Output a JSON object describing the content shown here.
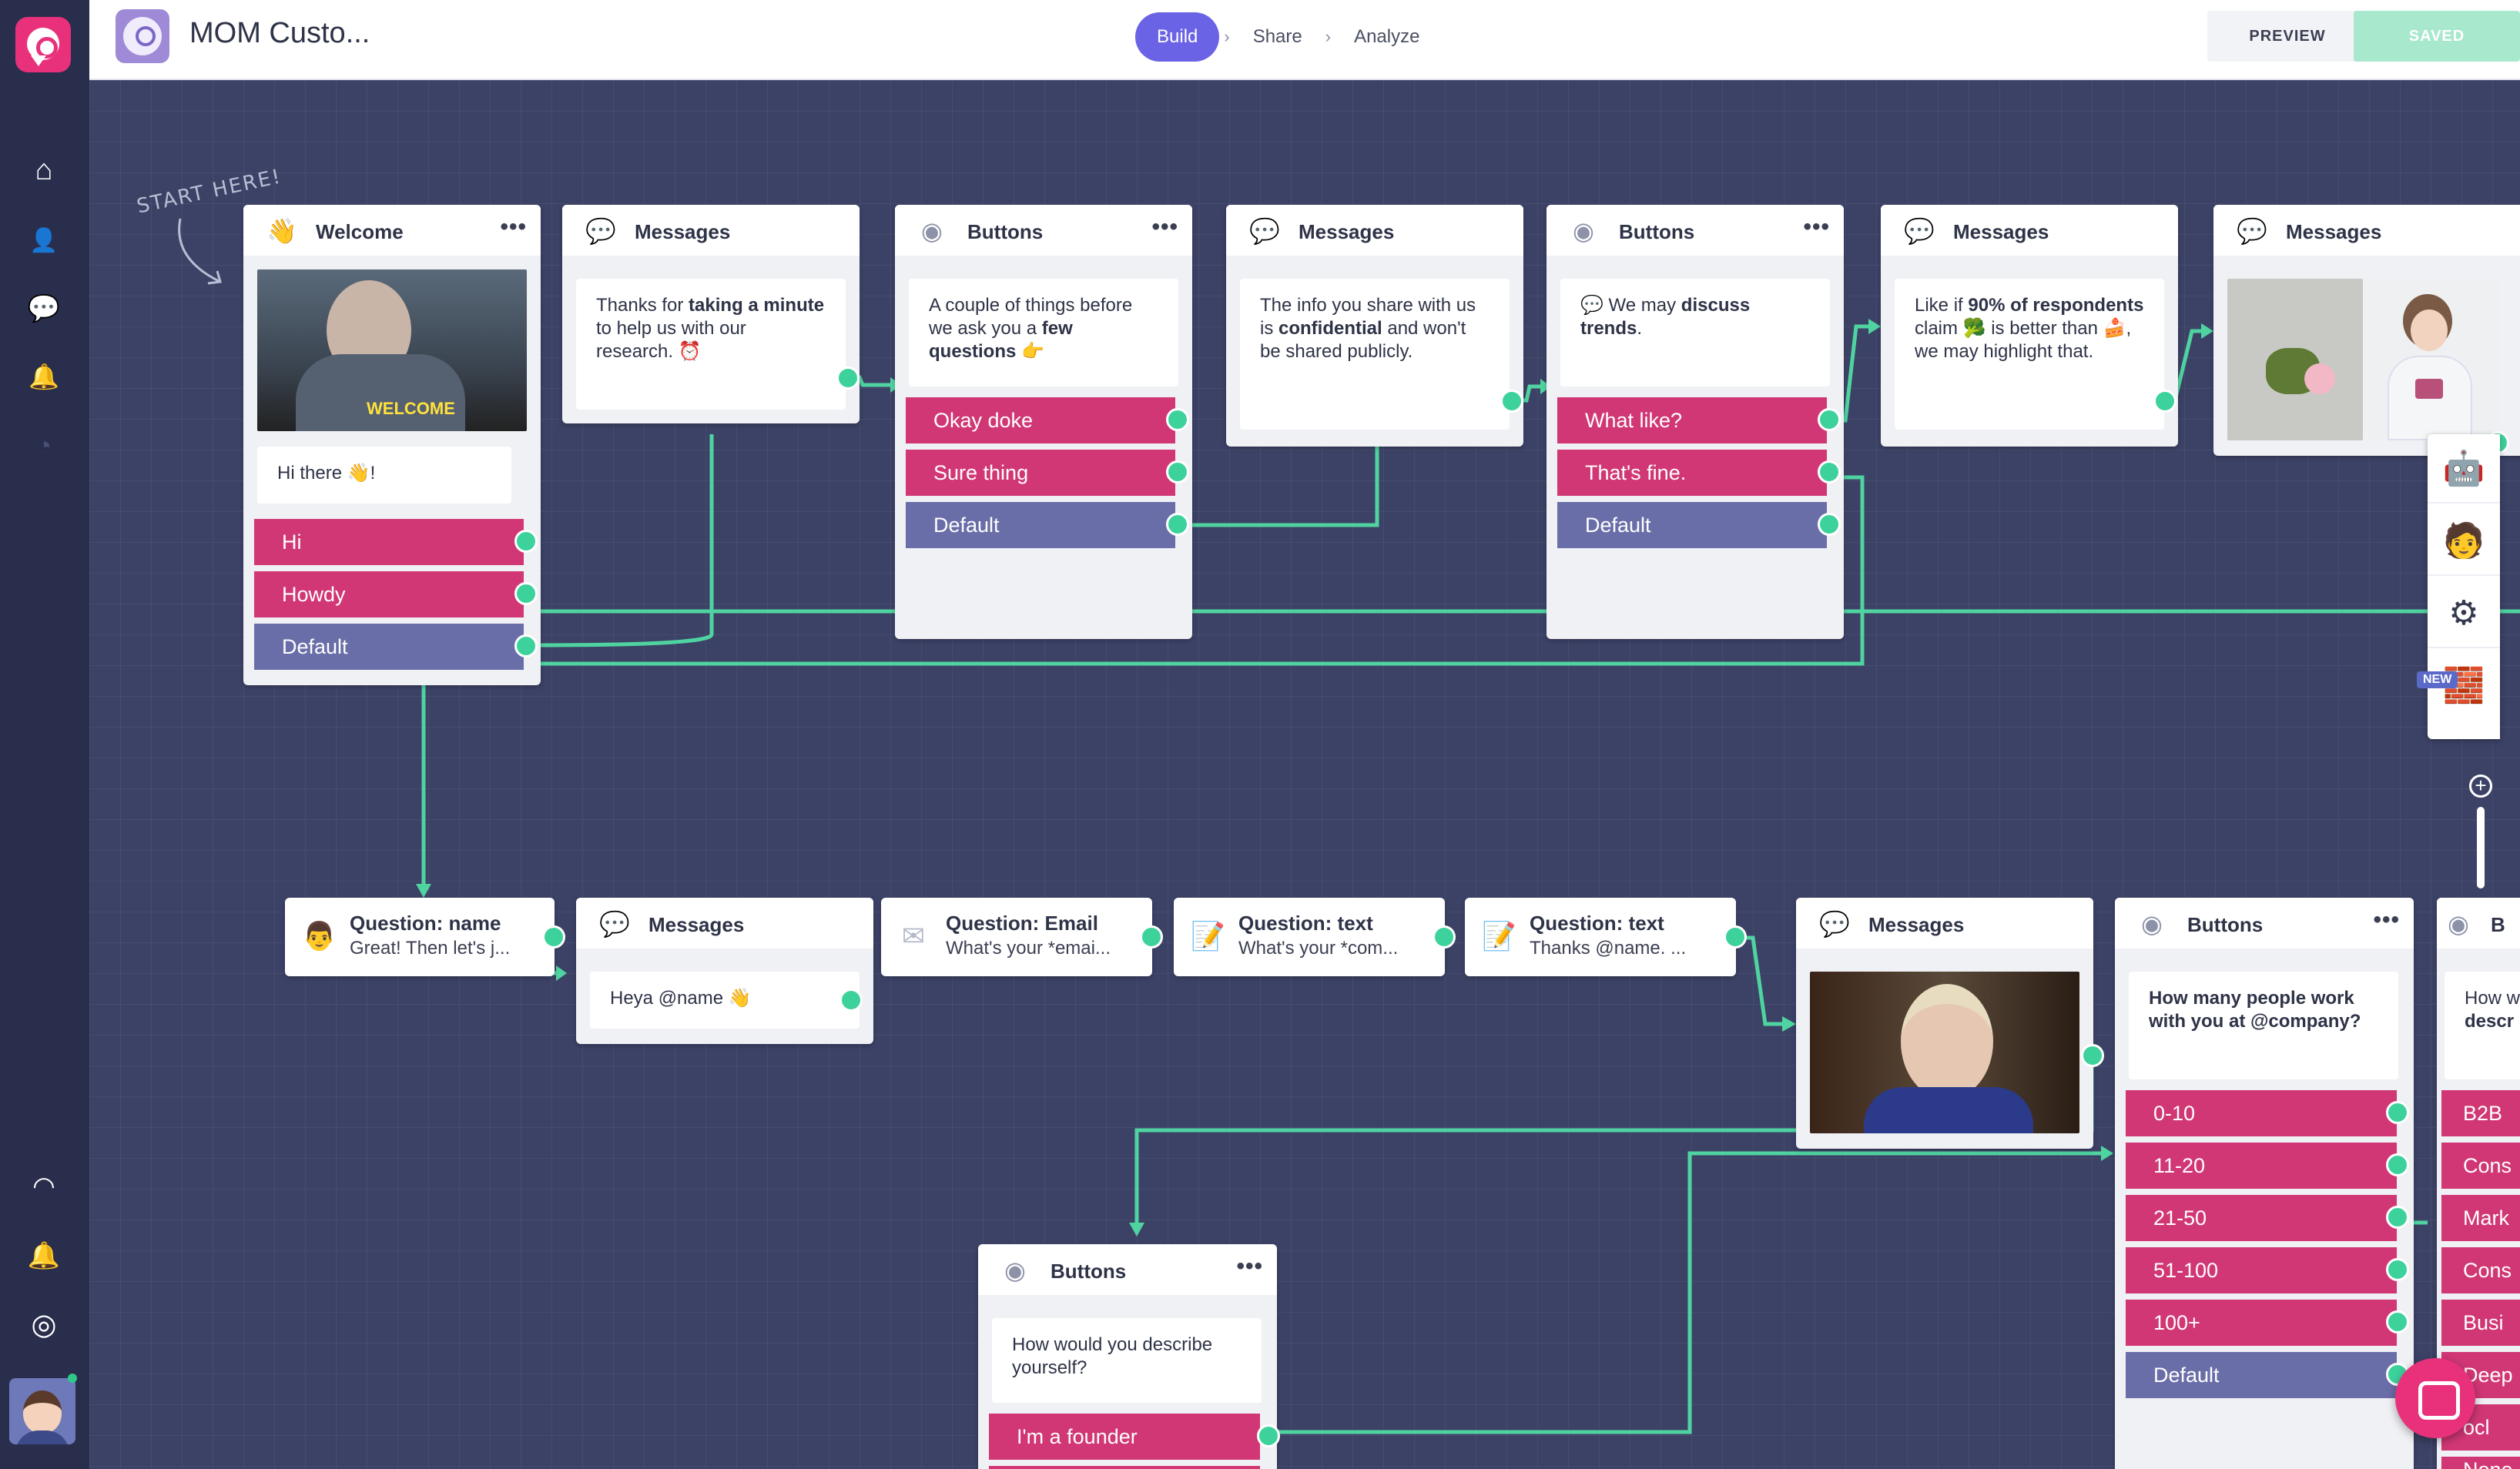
{
  "app": {
    "title": "MOM Custo...",
    "steps": [
      "Build",
      "Share",
      "Analyze"
    ],
    "preview_label": "PREVIEW",
    "saved_label": "SAVED",
    "start_label": "START HERE!",
    "colors": {
      "accent": "#6b63e6",
      "pink": "#d13775",
      "default_option": "#6a6ea8",
      "port": "#3dd29c",
      "canvas": "#3c4266",
      "sidebar": "#2a2e4d",
      "saved": "#a8e8cd"
    }
  },
  "sidebar": {
    "icons": [
      "home-icon",
      "user-plus-icon",
      "chat-icon",
      "bell-icon",
      "pie-chart-icon",
      "feed-icon",
      "notification-icon",
      "help-icon"
    ]
  },
  "cards": {
    "welcome": {
      "title": "Welcome",
      "gif_caption": "WELCOME",
      "message": "Hi there 👋!",
      "options": [
        "Hi",
        "Howdy",
        "Default"
      ]
    },
    "messages1": {
      "title": "Messages",
      "t1": "Thanks for ",
      "b1": "taking a minute",
      "t2": " to help us with our research. ⏰"
    },
    "buttons1": {
      "title": "Buttons",
      "t1": "A couple of things before we ask you a ",
      "b1": "few questions",
      "t2": " 👉",
      "options": [
        "Okay doke",
        "Sure thing",
        "Default"
      ]
    },
    "messages2": {
      "title": "Messages",
      "t1": "The info you share with us is ",
      "b1": "confidential",
      "t2": " and won't be shared publicly."
    },
    "buttons2": {
      "title": "Buttons",
      "t1": "💬 We may ",
      "b1": "discuss trends",
      "t2": ".",
      "options": [
        "What like?",
        "That's fine.",
        "Default"
      ]
    },
    "messages3": {
      "title": "Messages",
      "t1": "Like if ",
      "b1": "90% of respondents",
      "t2": " claim 🥦 is better than 🍰, we may highlight that."
    },
    "messages4": {
      "title": "Messages"
    },
    "q_name": {
      "title": "Question: name",
      "sub": "Great! Then let's j..."
    },
    "messages5": {
      "title": "Messages",
      "text": "Heya @name 👋"
    },
    "q_email": {
      "title": "Question: Email",
      "sub": "What's your *emai..."
    },
    "q_text1": {
      "title": "Question: text",
      "sub": "What's your *com..."
    },
    "q_text2": {
      "title": "Question: text",
      "sub": "Thanks @name.   ..."
    },
    "messages6": {
      "title": "Messages"
    },
    "buttons3": {
      "title": "Buttons",
      "text": "How many people work with you at @company?",
      "options": [
        "0-10",
        "11-20",
        "21-50",
        "51-100",
        "100+",
        "Default"
      ]
    },
    "buttons4": {
      "title": "Buttons",
      "text": "How would you describe yourself?",
      "options": [
        "I'm a founder"
      ]
    },
    "buttons5": {
      "title": "B",
      "text_line1": "How w",
      "text_line2": "descr",
      "options": [
        "B2B",
        "Cons",
        "Mark",
        "Cons",
        "Busi",
        "Deep",
        "ocl",
        "None"
      ]
    }
  },
  "tools": {
    "new_badge": "NEW",
    "items": [
      "robot-icon",
      "user-icon",
      "gear-icon",
      "lego-icon"
    ]
  }
}
